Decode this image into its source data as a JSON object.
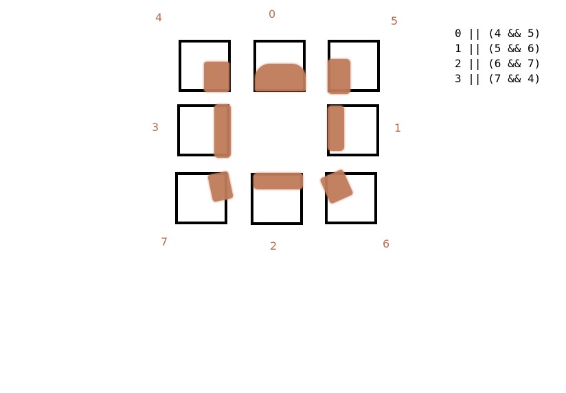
{
  "colors": {
    "box_border": "#000000",
    "label": "#b96d4e",
    "paint": "#bf7c5a",
    "rule_text": "#000000"
  },
  "labels": {
    "n0": "0",
    "n1": "1",
    "n2": "2",
    "n3": "3",
    "n4": "4",
    "n5": "5",
    "n6": "6",
    "n7": "7"
  },
  "rules": [
    "0 || (4 && 5)",
    "1 || (5 && 6)",
    "2 || (6 && 7)",
    "3 || (7 && 4)"
  ]
}
